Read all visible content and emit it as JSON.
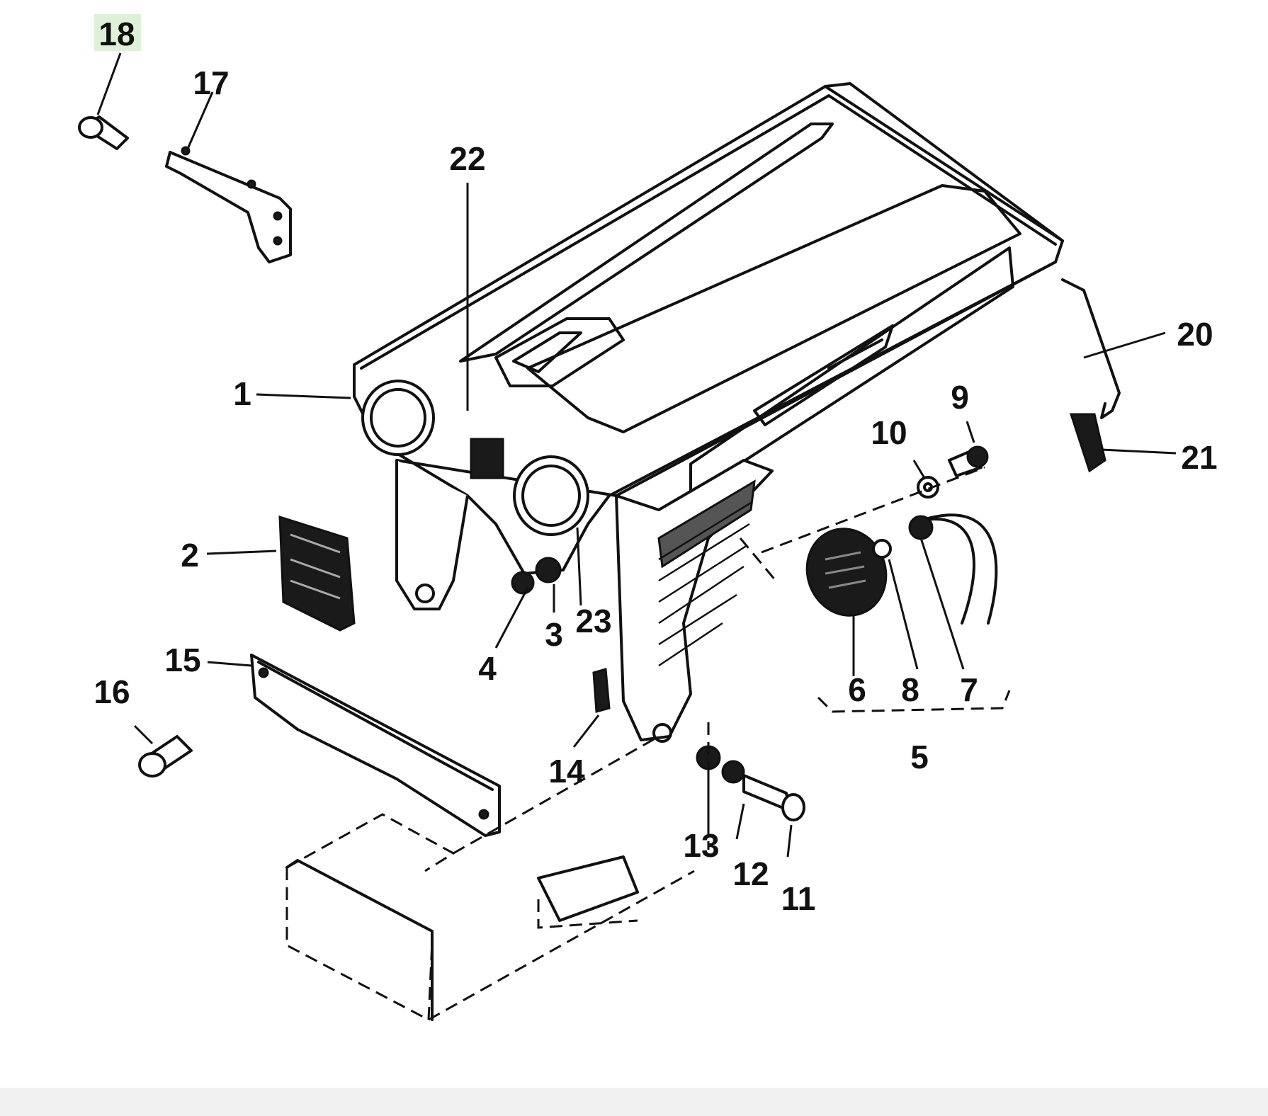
{
  "diagram": {
    "highlight_color": "#dff0d8",
    "labels": {
      "l1": "1",
      "l2": "2",
      "l3": "3",
      "l4": "4",
      "l5": "5",
      "l6": "6",
      "l7": "7",
      "l8": "8",
      "l9": "9",
      "l10": "10",
      "l11": "11",
      "l12": "12",
      "l13": "13",
      "l14": "14",
      "l15": "15",
      "l16": "16",
      "l17": "17",
      "l18": "18",
      "l20": "20",
      "l21": "21",
      "l22": "22",
      "l23": "23"
    }
  }
}
